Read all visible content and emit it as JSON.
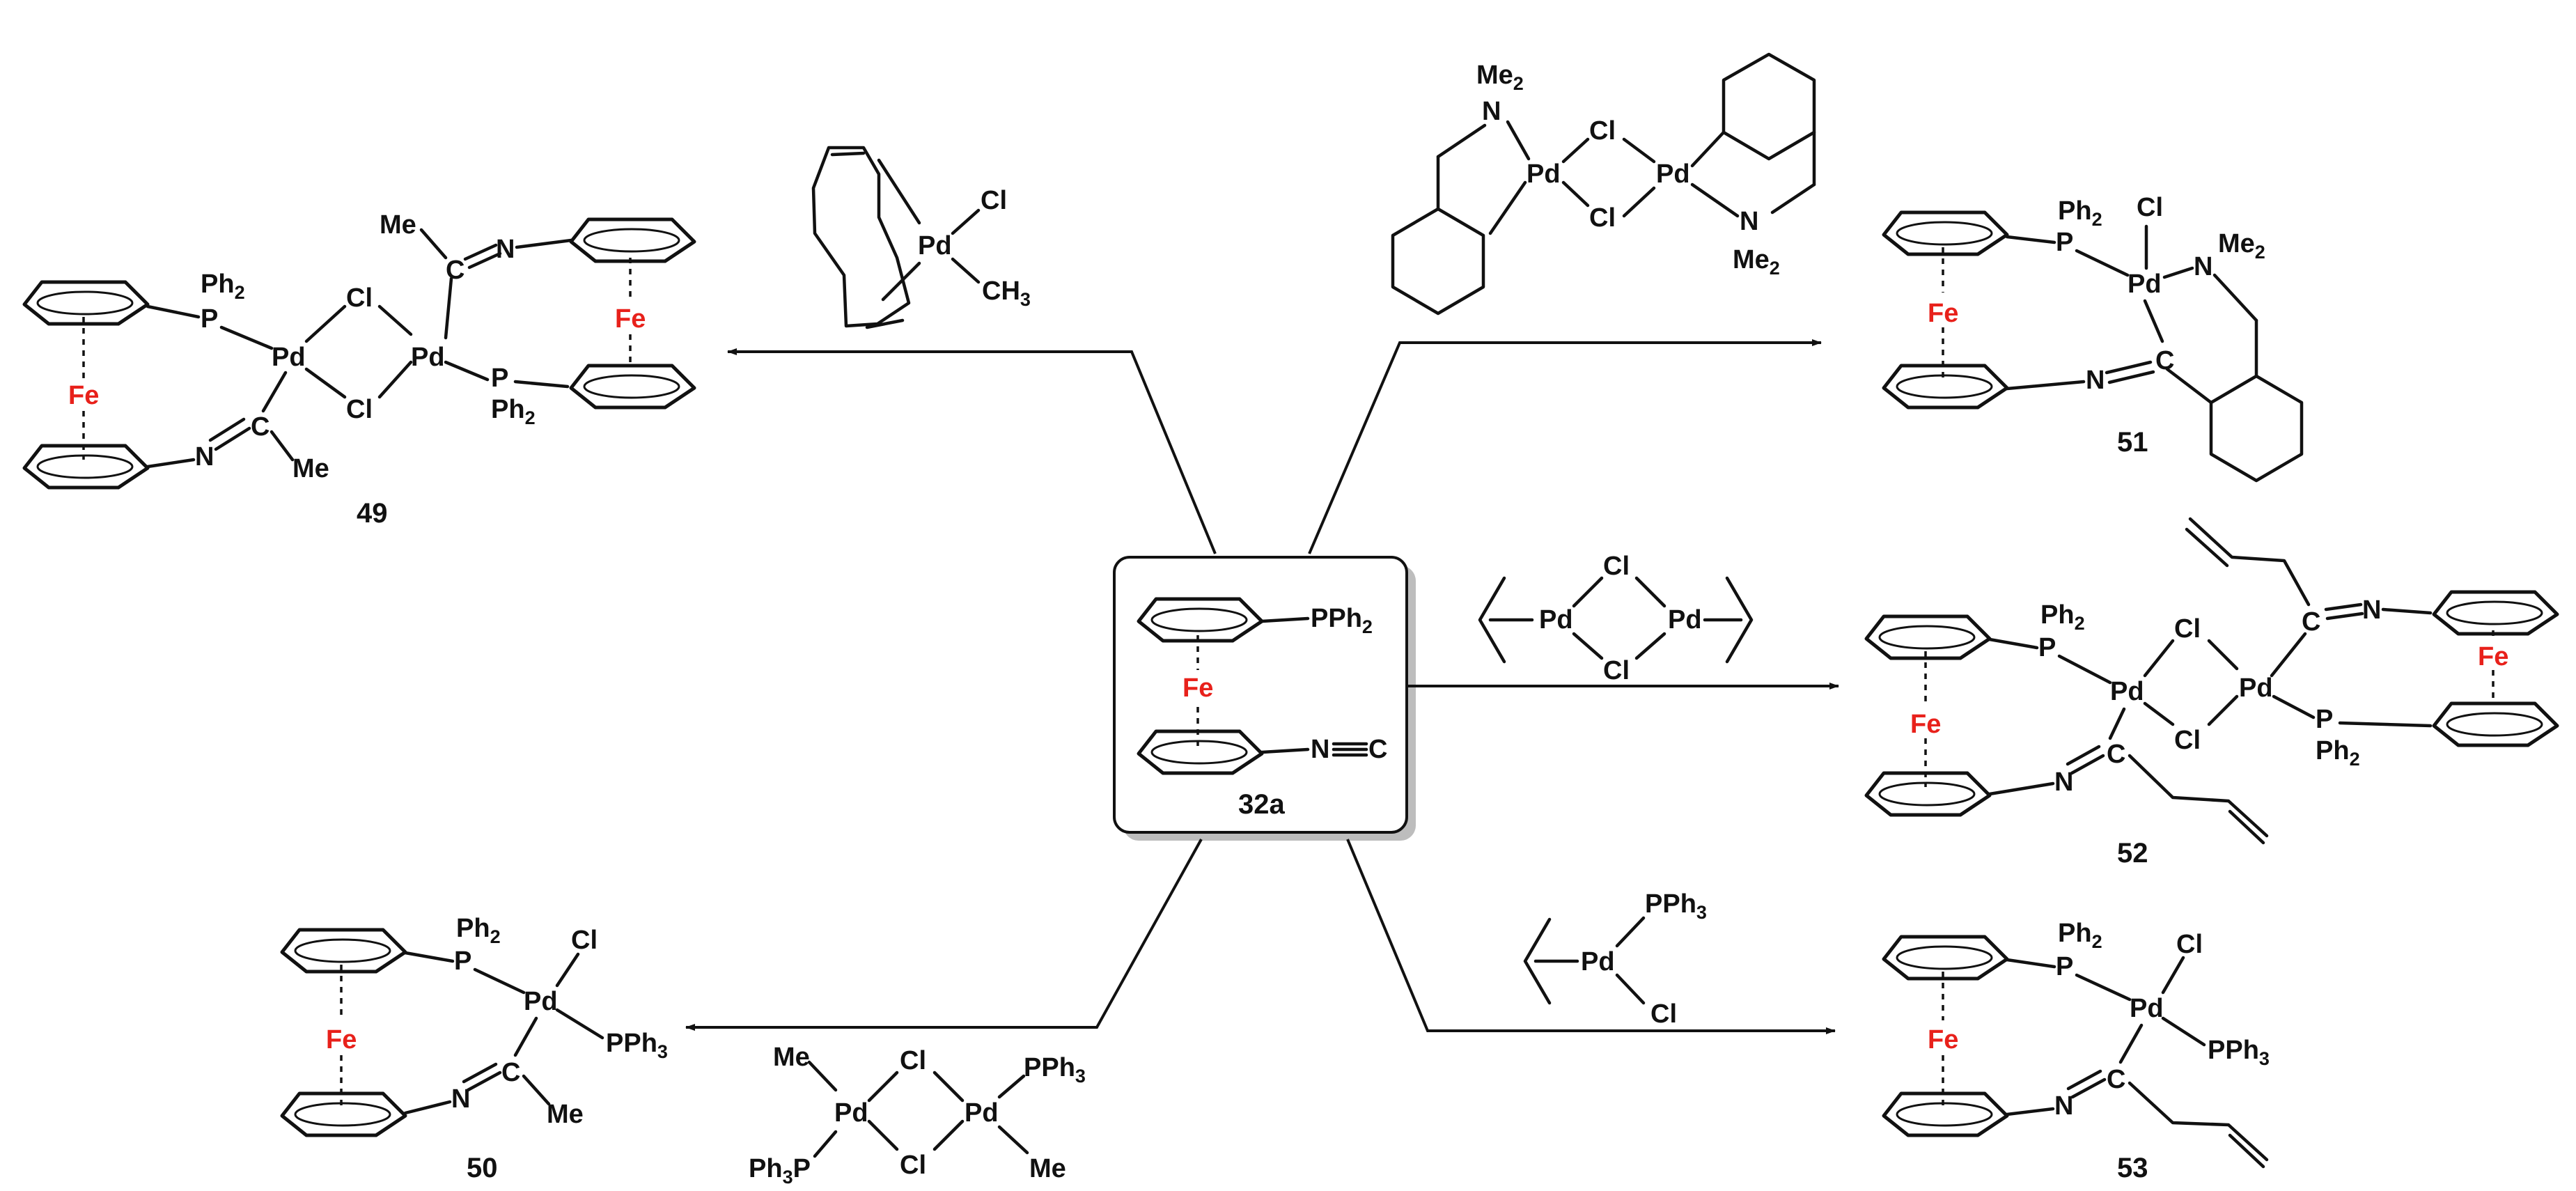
{
  "atoms": {
    "fe": "Fe",
    "pd": "Pd",
    "p": "P",
    "n": "N",
    "c": "C",
    "cl": "Cl",
    "me": "Me",
    "ph": "Ph",
    "two": "2",
    "three": "3",
    "pph": "PPh",
    "ph3p": "Ph",
    "ch": "CH"
  },
  "compounds": {
    "start": "32a",
    "c49": "49",
    "c50": "50",
    "c51": "51",
    "c52": "52",
    "c53": "53"
  },
  "colors": {
    "iron": "#e8211b",
    "bonds": "#111111",
    "box_shadow": "#bdbdbd"
  },
  "icons": [
    "ferrocene-icon",
    "cyclooctadiene-icon",
    "allyl-icon",
    "benzene-ring-icon",
    "arrowhead-icon"
  ]
}
